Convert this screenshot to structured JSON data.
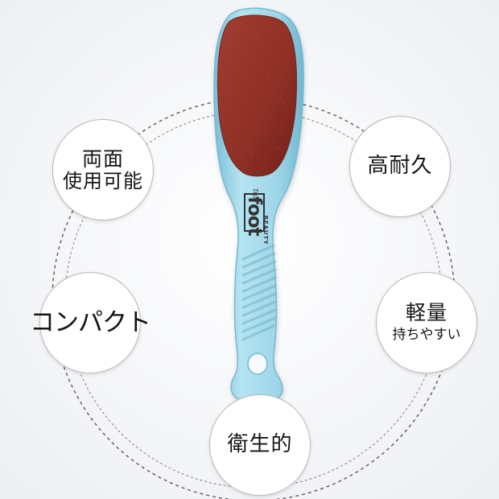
{
  "features": [
    {
      "id": "ryomen",
      "line1": "両面",
      "line2": "使用可能"
    },
    {
      "id": "koutai",
      "line1": "高耐久"
    },
    {
      "id": "compact",
      "line1": "コンパクト"
    },
    {
      "id": "karui",
      "line1": "軽量",
      "line2": "持ちやすい"
    },
    {
      "id": "eisei",
      "line1": "衛生的"
    }
  ],
  "product": {
    "brand_main": "foot",
    "brand_sub": "BEAUTY",
    "brand_script": "True",
    "pad_color": "#8f2f25",
    "handle_color": "#a5d8ea"
  }
}
